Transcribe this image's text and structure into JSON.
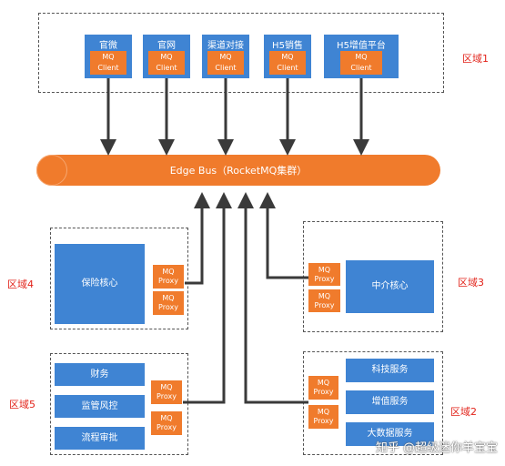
{
  "regions": {
    "zone1": "区域1",
    "zone2": "区域2",
    "zone3": "区域3",
    "zone4": "区域4",
    "zone5": "区域5"
  },
  "top_systems": [
    {
      "name": "官微",
      "client": "MQ\nClient"
    },
    {
      "name": "官网",
      "client": "MQ\nClient"
    },
    {
      "name": "渠道对接",
      "client": "MQ\nClient"
    },
    {
      "name": "H5销售",
      "client": "MQ\nClient"
    },
    {
      "name": "H5增值平台",
      "client": "MQ\nClient"
    }
  ],
  "bus": {
    "label": "Edge Bus（RocketMQ集群）"
  },
  "zone4": {
    "core": "保险核心",
    "proxies": [
      "MQ\nProxy",
      "MQ\nProxy"
    ]
  },
  "zone3": {
    "core": "中介核心",
    "proxies": [
      "MQ\nProxy",
      "MQ\nProxy"
    ]
  },
  "zone5": {
    "services": [
      "财务",
      "监管风控",
      "流程审批"
    ],
    "proxies": [
      "MQ\nProxy",
      "MQ\nProxy"
    ]
  },
  "zone2": {
    "services": [
      "科技服务",
      "增值服务",
      "大数据服务"
    ],
    "proxies": [
      "MQ\nProxy",
      "MQ\nProxy"
    ]
  },
  "watermark": "知乎 @超级迷你羊宝宝",
  "colors": {
    "blue": "#3f84d3",
    "orange": "#f07b2c",
    "label_red": "#e2231a",
    "arrow": "#3a3a3a"
  }
}
